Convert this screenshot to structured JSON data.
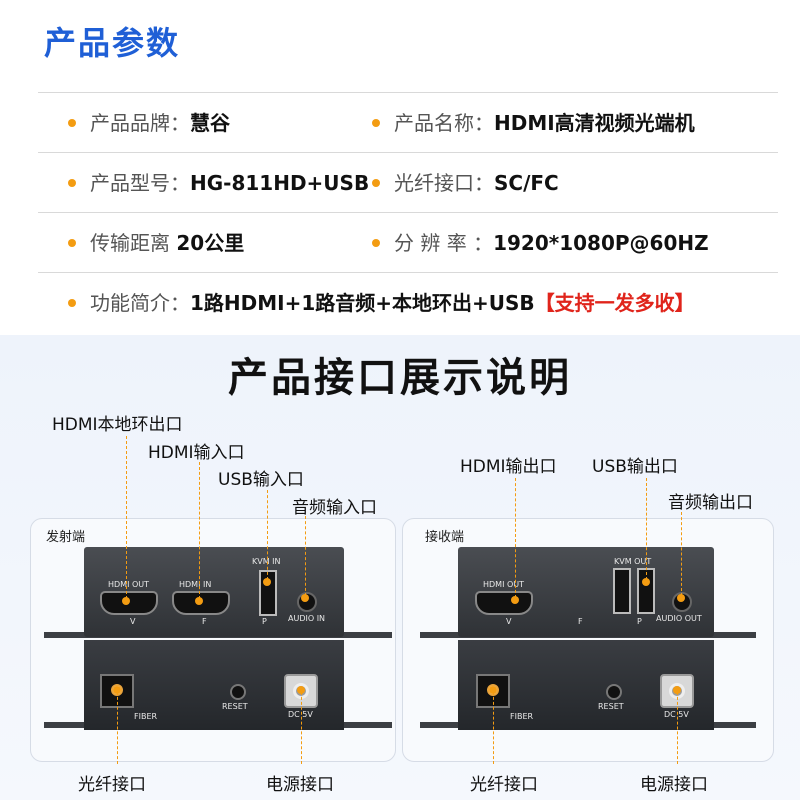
{
  "params": {
    "title": "产品参数",
    "rows": [
      {
        "l_label": "产品品牌：",
        "l_value": "慧谷",
        "r_label": "产品名称：",
        "r_value": "HDMI高清视频光端机"
      },
      {
        "l_label": "产品型号：",
        "l_value": "HG-811HD+USB",
        "r_label": "光纤接口：",
        "r_value": "SC/FC"
      },
      {
        "l_label": "传输距离 ",
        "l_value": "20公里",
        "r_label": "分 辨 率 ：",
        "r_value": "1920*1080P@60HZ"
      }
    ],
    "feature": {
      "label": "功能简介：",
      "value": "1路HDMI+1路音频+本地环出+USB",
      "highlight": "【支持一发多收】"
    }
  },
  "interfaces": {
    "title": "产品接口展示说明",
    "transmitter": {
      "panel_title": "发射端",
      "callouts": {
        "hdmi_loop": "HDMI本地环出口",
        "hdmi_in": "HDMI输入口",
        "usb_in": "USB输入口",
        "audio_in": "音频输入口",
        "fiber": "光纤接口",
        "power": "电源接口"
      },
      "labels": {
        "hdmi_out": "HDMI OUT",
        "hdmi_in": "HDMI IN",
        "kvm_in": "KVM IN",
        "audio_in": "AUDIO IN",
        "v": "V",
        "f": "F",
        "p": "P",
        "fiber": "FIBER",
        "reset": "RESET",
        "dc": "DC 5V"
      }
    },
    "receiver": {
      "panel_title": "接收端",
      "callouts": {
        "hdmi_out": "HDMI输出口",
        "usb_out": "USB输出口",
        "audio_out": "音频输出口",
        "fiber": "光纤接口",
        "power": "电源接口"
      },
      "labels": {
        "hdmi_out": "HDMI OUT",
        "kvm_out": "KVM OUT",
        "audio_out": "AUDIO OUT",
        "v": "V",
        "f": "F",
        "p": "P",
        "fiber": "FIBER",
        "reset": "RESET",
        "dc": "DC 5V"
      }
    }
  },
  "colors": {
    "title_blue": "#1f5fd6",
    "accent_orange": "#f39c12",
    "highlight_red": "#e0241b"
  }
}
